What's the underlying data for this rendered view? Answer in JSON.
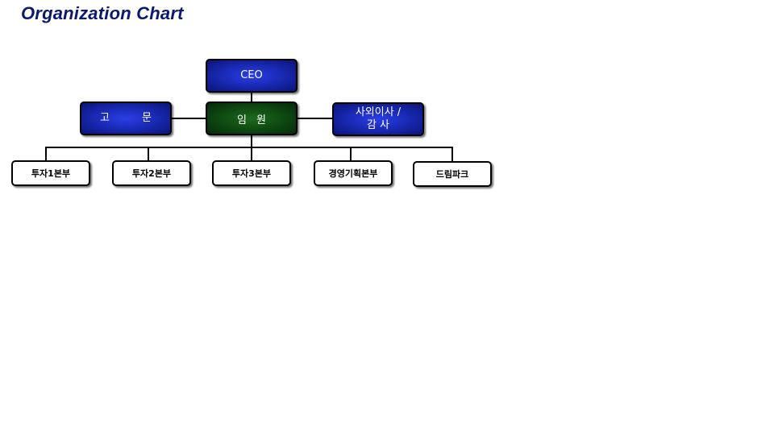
{
  "title": "Organization Chart",
  "chart": {
    "ceo": "CEO",
    "advisor": "고 문",
    "executives": "임 원",
    "outside_director": "사외이사 /\n감 사",
    "divisions": [
      "투자1본부",
      "투자2본부",
      "투자3본부",
      "경영기획본부",
      "드림파크"
    ]
  },
  "colors": {
    "title": "#0b1a6e",
    "blue_box": "#1a2bb8",
    "green_box": "#0f4a12",
    "white_box": "#ffffff",
    "line": "#000000"
  }
}
